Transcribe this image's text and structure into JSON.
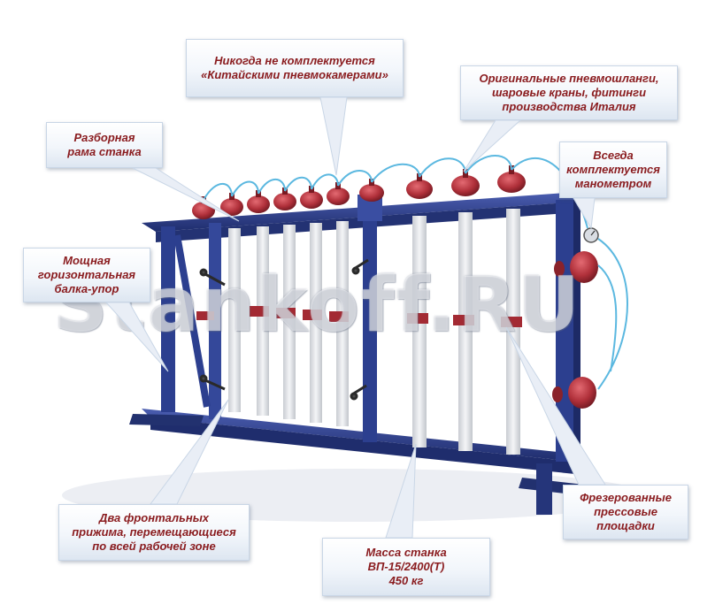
{
  "callouts": {
    "pneumo_chambers": [
      "Никогда не комплектуется",
      "«Китайскими пневмокамерами»"
    ],
    "hoses": [
      "Оригинальные пневмошланги,",
      "шаровые краны, фитинги",
      "производства Италия"
    ],
    "frame": [
      "Разборная",
      "рама станка"
    ],
    "manometer": [
      "Всегда",
      "комплектуется",
      "манометром"
    ],
    "beam": [
      "Мощная",
      "горизонтальная",
      "балка-упор"
    ],
    "clamps": [
      "Два фронтальных",
      "прижима, перемещающиеся",
      "по всей рабочей зоне"
    ],
    "mass": [
      "Масса станка",
      "ВП-15/2400(Т)",
      "450 кг"
    ],
    "pads": [
      "Фрезерованные",
      "прессовые",
      "площадки"
    ]
  },
  "watermark": "Stankoff.RU",
  "colors": {
    "text_accent": "#8a1c1f",
    "frame_blue": "#2c3f8f",
    "chamber_red": "#b0303a",
    "slat_grey": "#e4e6ea",
    "hose_cyan": "#5bb8e0"
  }
}
